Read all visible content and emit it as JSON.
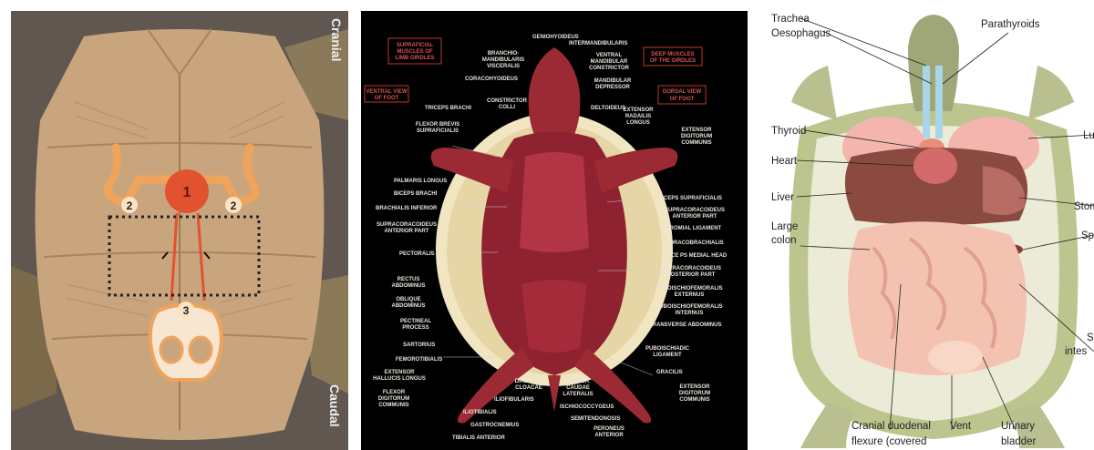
{
  "panel1": {
    "cranial_label": "Cranial",
    "caudal_label": "Caudal",
    "marker_1": "1",
    "marker_2": "2",
    "marker_3": "3"
  },
  "panel2": {
    "boxes": {
      "superficial": [
        "SUPRAFICIAL",
        "MUSCLES OF",
        "LIMB GIRDLES"
      ],
      "deep": [
        "DEEP MUSCLES",
        "OF THE GIRDLES"
      ],
      "ventral_foot": [
        "VENTRAL VIEW",
        "OF FOOT"
      ],
      "dorsal_foot": [
        "DORSAL VIEW",
        "OF FOOT"
      ]
    },
    "muscle_labels": {
      "geniohyoideus": "GENIOHYOIDEUS",
      "intermandibularis": "INTERMANDIBULARIS",
      "branchio": [
        "BRANCHIO-",
        "MANDIBULARIS",
        "VISCERALIS"
      ],
      "ventral_mandibular": [
        "VENTRAL",
        "MANDIBULAR",
        "CONSTRICTOR"
      ],
      "coracohyoideus": "CORACOHYOIDEUS",
      "mandibular_depressor": [
        "MANDIBULAR",
        "DEPRESSOR"
      ],
      "triceps_brachi": "TRICEPS BRACHI",
      "constrictor_colli": [
        "CONSTRICTOR",
        "COLLI"
      ],
      "deltoideus": "DELTOIDEUS",
      "extensor_radialis": [
        "EXTENSOR",
        "RADAILIS",
        "LONGUS"
      ],
      "flexor_brevis": [
        "FLEXOR BREVIS",
        "SUPRAFICIALIS"
      ],
      "extensor_digitorum_communis": [
        "EXTENSOR",
        "DIGITORUM",
        "COMMUNIS"
      ],
      "palmaris_longus": "PALMARIS LONGUS",
      "biceps_brachi": "BICEPS BRACHI",
      "biceps_supraficialis": "BICEPS  SUPRAFICIALIS",
      "brachialis_inferior": "BRACHIALIS INFERIOR",
      "supracoracoideus_anterior_right": [
        "SUPRACORACOIDEUS",
        "ANTERIOR PART"
      ],
      "supracoracoideus_anterior_left": [
        "SUPRACORACOIDEUS",
        "ANTERIOR PART"
      ],
      "acromial_ligament": "ACROMIAL LIGAMENT",
      "coracobrachialis": "CORACOBRACHIALIS",
      "pectoralis": "PECTORALIS",
      "bice_ps_medial_head": "BICE PS MEDIAL HEAD",
      "supracoracoideus_posterior": [
        "SUPRACORACOIDEUS",
        "POSTERIOR PART"
      ],
      "rectus_abdominus": [
        "RECTUS",
        "ABDOMINUS"
      ],
      "puboischiofemoralis_externus": [
        "PUBOISCHIOFEMORALIS",
        "EXTERNUS"
      ],
      "oblique_abdominus": [
        "OBLIQUE",
        "ABDOMINUS"
      ],
      "puboischiofemoralis_internus": [
        "PUBOISCHIOFEMORALIS",
        "INTERNUS"
      ],
      "pectineal_process": [
        "PECTINEAL",
        "PROCESS"
      ],
      "transverse_abdominus": "TRANSVERSE ABDOMINUS",
      "sartorius": "SARTORIUS",
      "puboischiadic_ligament": [
        "PUBOISCHIADIC",
        "LIGAMENT"
      ],
      "femorotibialis": "FEMOROTIBIALIS",
      "extensor_hallucis_longus": [
        "EXTENSOR",
        "HALLUCIS LONGUS"
      ],
      "gracilis": "GRACILIS",
      "extensor_digitorum_communis_hind": [
        "EXTENSOR",
        "DIGITORUM",
        "COMMUNIS"
      ],
      "flexor_digitorum_communis": [
        "FLEXOR",
        "DIGITORUM",
        "COMMUNIS"
      ],
      "dialator_cloacae": [
        "DIALATOR",
        "CLOACAE"
      ],
      "flexor_caudae_lateralis": [
        "FLEXOR",
        "CAUDAE",
        "LATERALIS"
      ],
      "iliofibularis": "ILIOFIBULARIS",
      "ischiococcygeus": "ISCHIOCOCCYGEUS",
      "iliotibialis": "ILIOTIBIALIS",
      "semitendonosis": "SEMITENDONOSIS",
      "gastrocnemius": "GASTROCNEMIUS",
      "peroneus_anterior": [
        "PERONEUS",
        "ANTERIOR"
      ],
      "tibialis_anterior": "TIBIALIS ANTERIOR"
    }
  },
  "panel3": {
    "labels": {
      "trachea": "Trachea",
      "oesophagus": "Oesophagus",
      "parathyroids": "Parathyroids",
      "thyroid": "Thyroid",
      "lung": "Lu",
      "heart": "Heart",
      "liver": "Liver",
      "stomach": "Stom",
      "large_colon": [
        "Large",
        "colon"
      ],
      "spleen": "Sp",
      "small_intestine": [
        "S",
        "intes"
      ],
      "cranial_duodenal": [
        "Cranial duodenal",
        "flexure (covered"
      ],
      "vent": "Vent",
      "urinary_bladder": [
        "Urinary",
        "bladder"
      ]
    }
  },
  "colors": {
    "shell_tan": "#c9a57e",
    "bone_orange": "#f0a35a",
    "marker_red": "#e2522e",
    "muscle_red": "#9c2a35",
    "plastron_cream": "#f2e6c2",
    "label_box_red": "#c0392b",
    "organ_pink": "#f3b5ad",
    "liver_brown": "#8a4a40",
    "shell_green": "#bcc58e"
  }
}
